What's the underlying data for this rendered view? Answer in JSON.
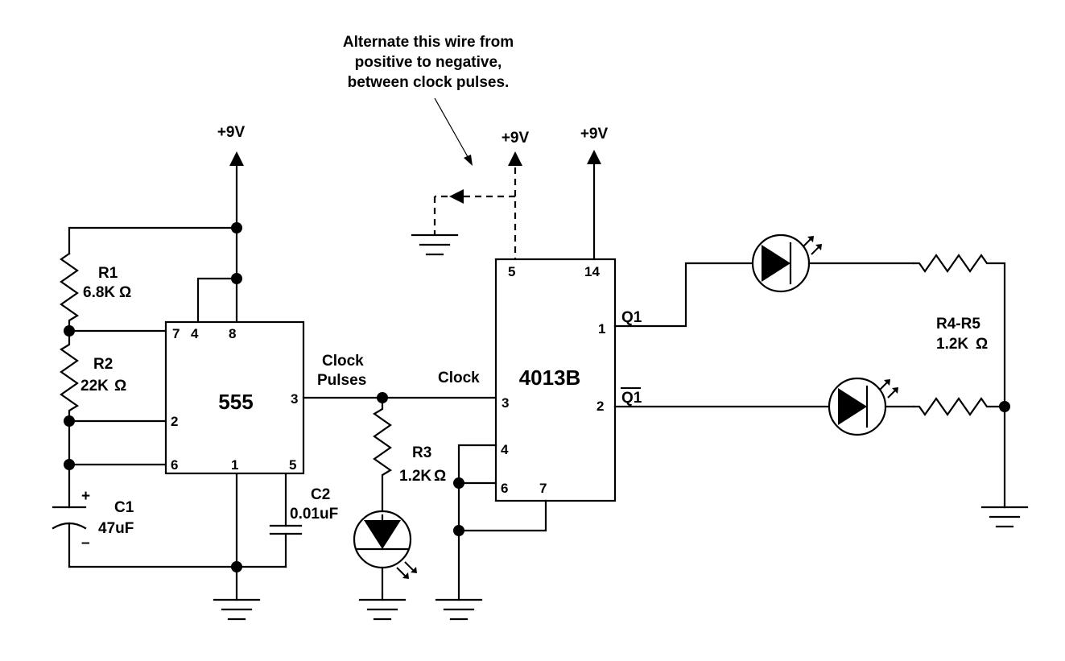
{
  "annotation": {
    "line1": "Alternate this wire from",
    "line2": "positive to negative,",
    "line3": "between clock pulses."
  },
  "supplies": {
    "timer_supply": "+9V",
    "data_supply": "+9V",
    "flipflop_supply": "+9V"
  },
  "timer": {
    "name": "555",
    "pins": {
      "p7": "7",
      "p4": "4",
      "p8": "8",
      "p3": "3",
      "p2": "2",
      "p6": "6",
      "p1": "1",
      "p5": "5"
    }
  },
  "flipflop": {
    "name": "4013B",
    "pins": {
      "p5": "5",
      "p14": "14",
      "p1": "1",
      "p3": "3",
      "p2": "2",
      "p4": "4",
      "p6": "6",
      "p7": "7"
    }
  },
  "components": {
    "r1": {
      "name": "R1",
      "value": "6.8K",
      "unit": "Ω"
    },
    "r2": {
      "name": "R2",
      "value": "22K",
      "unit": "Ω"
    },
    "c1": {
      "name": "C1",
      "value": "47uF",
      "plus": "+",
      "minus": "–"
    },
    "c2": {
      "name": "C2",
      "value": "0.01uF"
    },
    "r3": {
      "name": "R3",
      "value": "1.2K",
      "unit": "Ω"
    },
    "r45": {
      "name": "R4-R5",
      "value": "1.2K",
      "unit": "Ω"
    }
  },
  "signals": {
    "clock_pulses_1": "Clock",
    "clock_pulses_2": "Pulses",
    "clock": "Clock",
    "q1": "Q1",
    "q1_bar": "Q1"
  }
}
